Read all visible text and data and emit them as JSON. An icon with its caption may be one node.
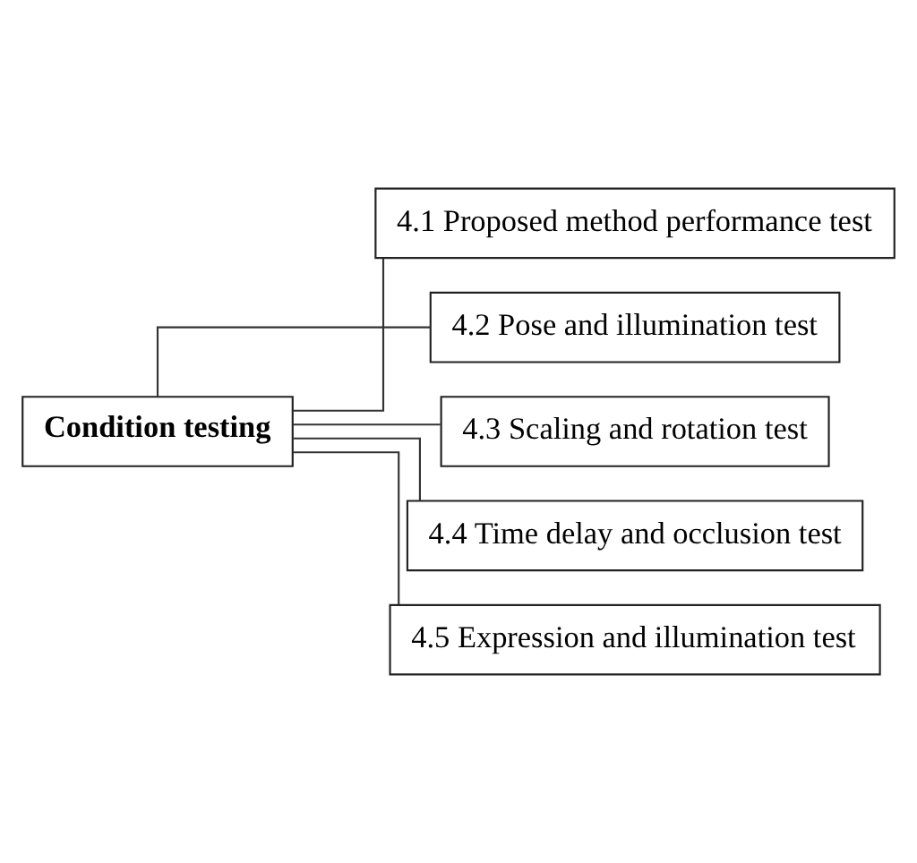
{
  "diagram": {
    "nodes": [
      {
        "text": [
          "Condition testing"
        ]
      },
      {
        "text": [
          "4.1 Proposed method performance test"
        ]
      },
      {
        "text": [
          "4.2 Pose and illumination test"
        ]
      },
      {
        "text": [
          "4.3 Scaling and rotation test"
        ]
      },
      {
        "text": [
          "4.4 Time delay and occlusion test"
        ]
      },
      {
        "text": [
          "4.5 Expression and illumination test"
        ]
      }
    ],
    "edges": [
      {
        "from": 0,
        "to": 1,
        "arrow": "none"
      },
      {
        "from": 0,
        "to": 2,
        "arrow": "none"
      },
      {
        "from": 0,
        "to": 3,
        "arrow": "none"
      },
      {
        "from": 0,
        "to": 4,
        "arrow": "none"
      },
      {
        "from": 0,
        "to": 5,
        "arrow": "none"
      }
    ]
  }
}
